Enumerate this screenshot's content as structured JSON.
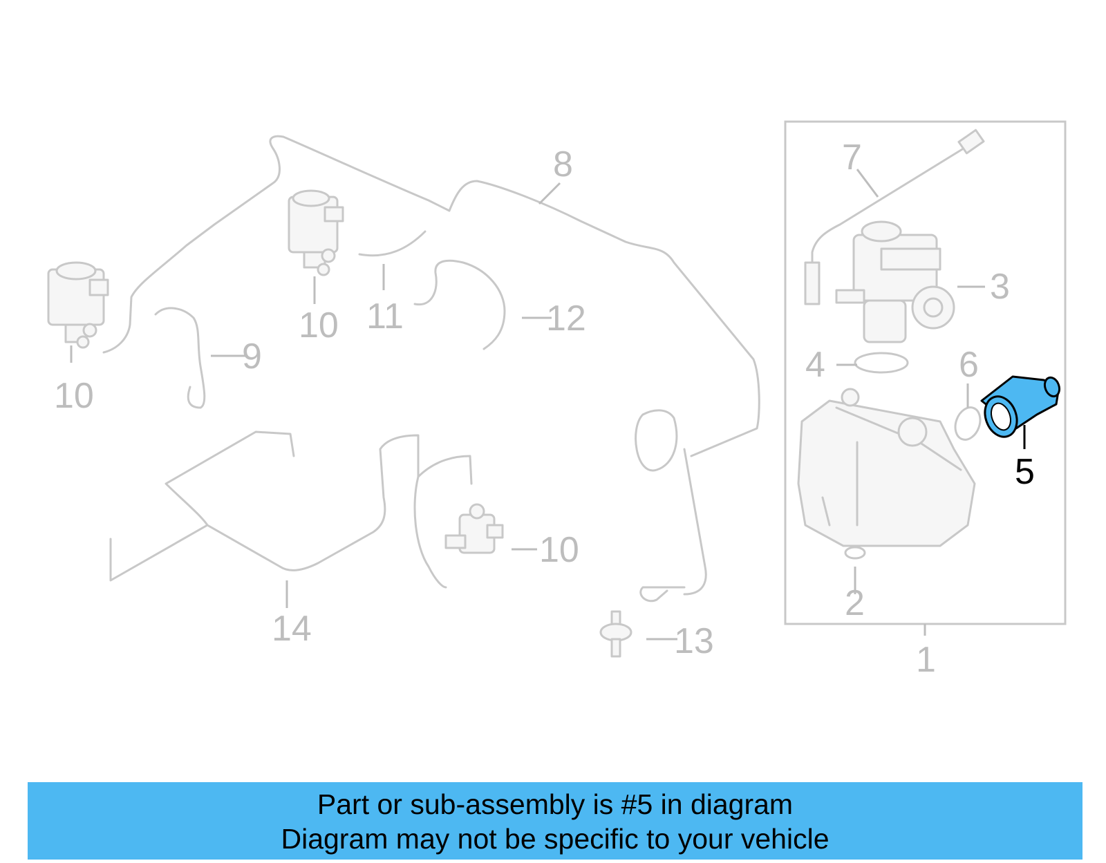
{
  "diagram": {
    "highlight_color": "#4db8f2",
    "callouts": {
      "c1": "1",
      "c2": "2",
      "c3": "3",
      "c4": "4",
      "c5": "5",
      "c6": "6",
      "c7": "7",
      "c8": "8",
      "c9": "9",
      "c10a": "10",
      "c10b": "10",
      "c10c": "10",
      "c11": "11",
      "c12": "12",
      "c13": "13",
      "c14": "14"
    },
    "highlighted_part": "5"
  },
  "banner": {
    "line1": "Part or sub-assembly is #5 in diagram",
    "line2": "Diagram may not be specific to your vehicle",
    "background": "#4db8f2"
  }
}
